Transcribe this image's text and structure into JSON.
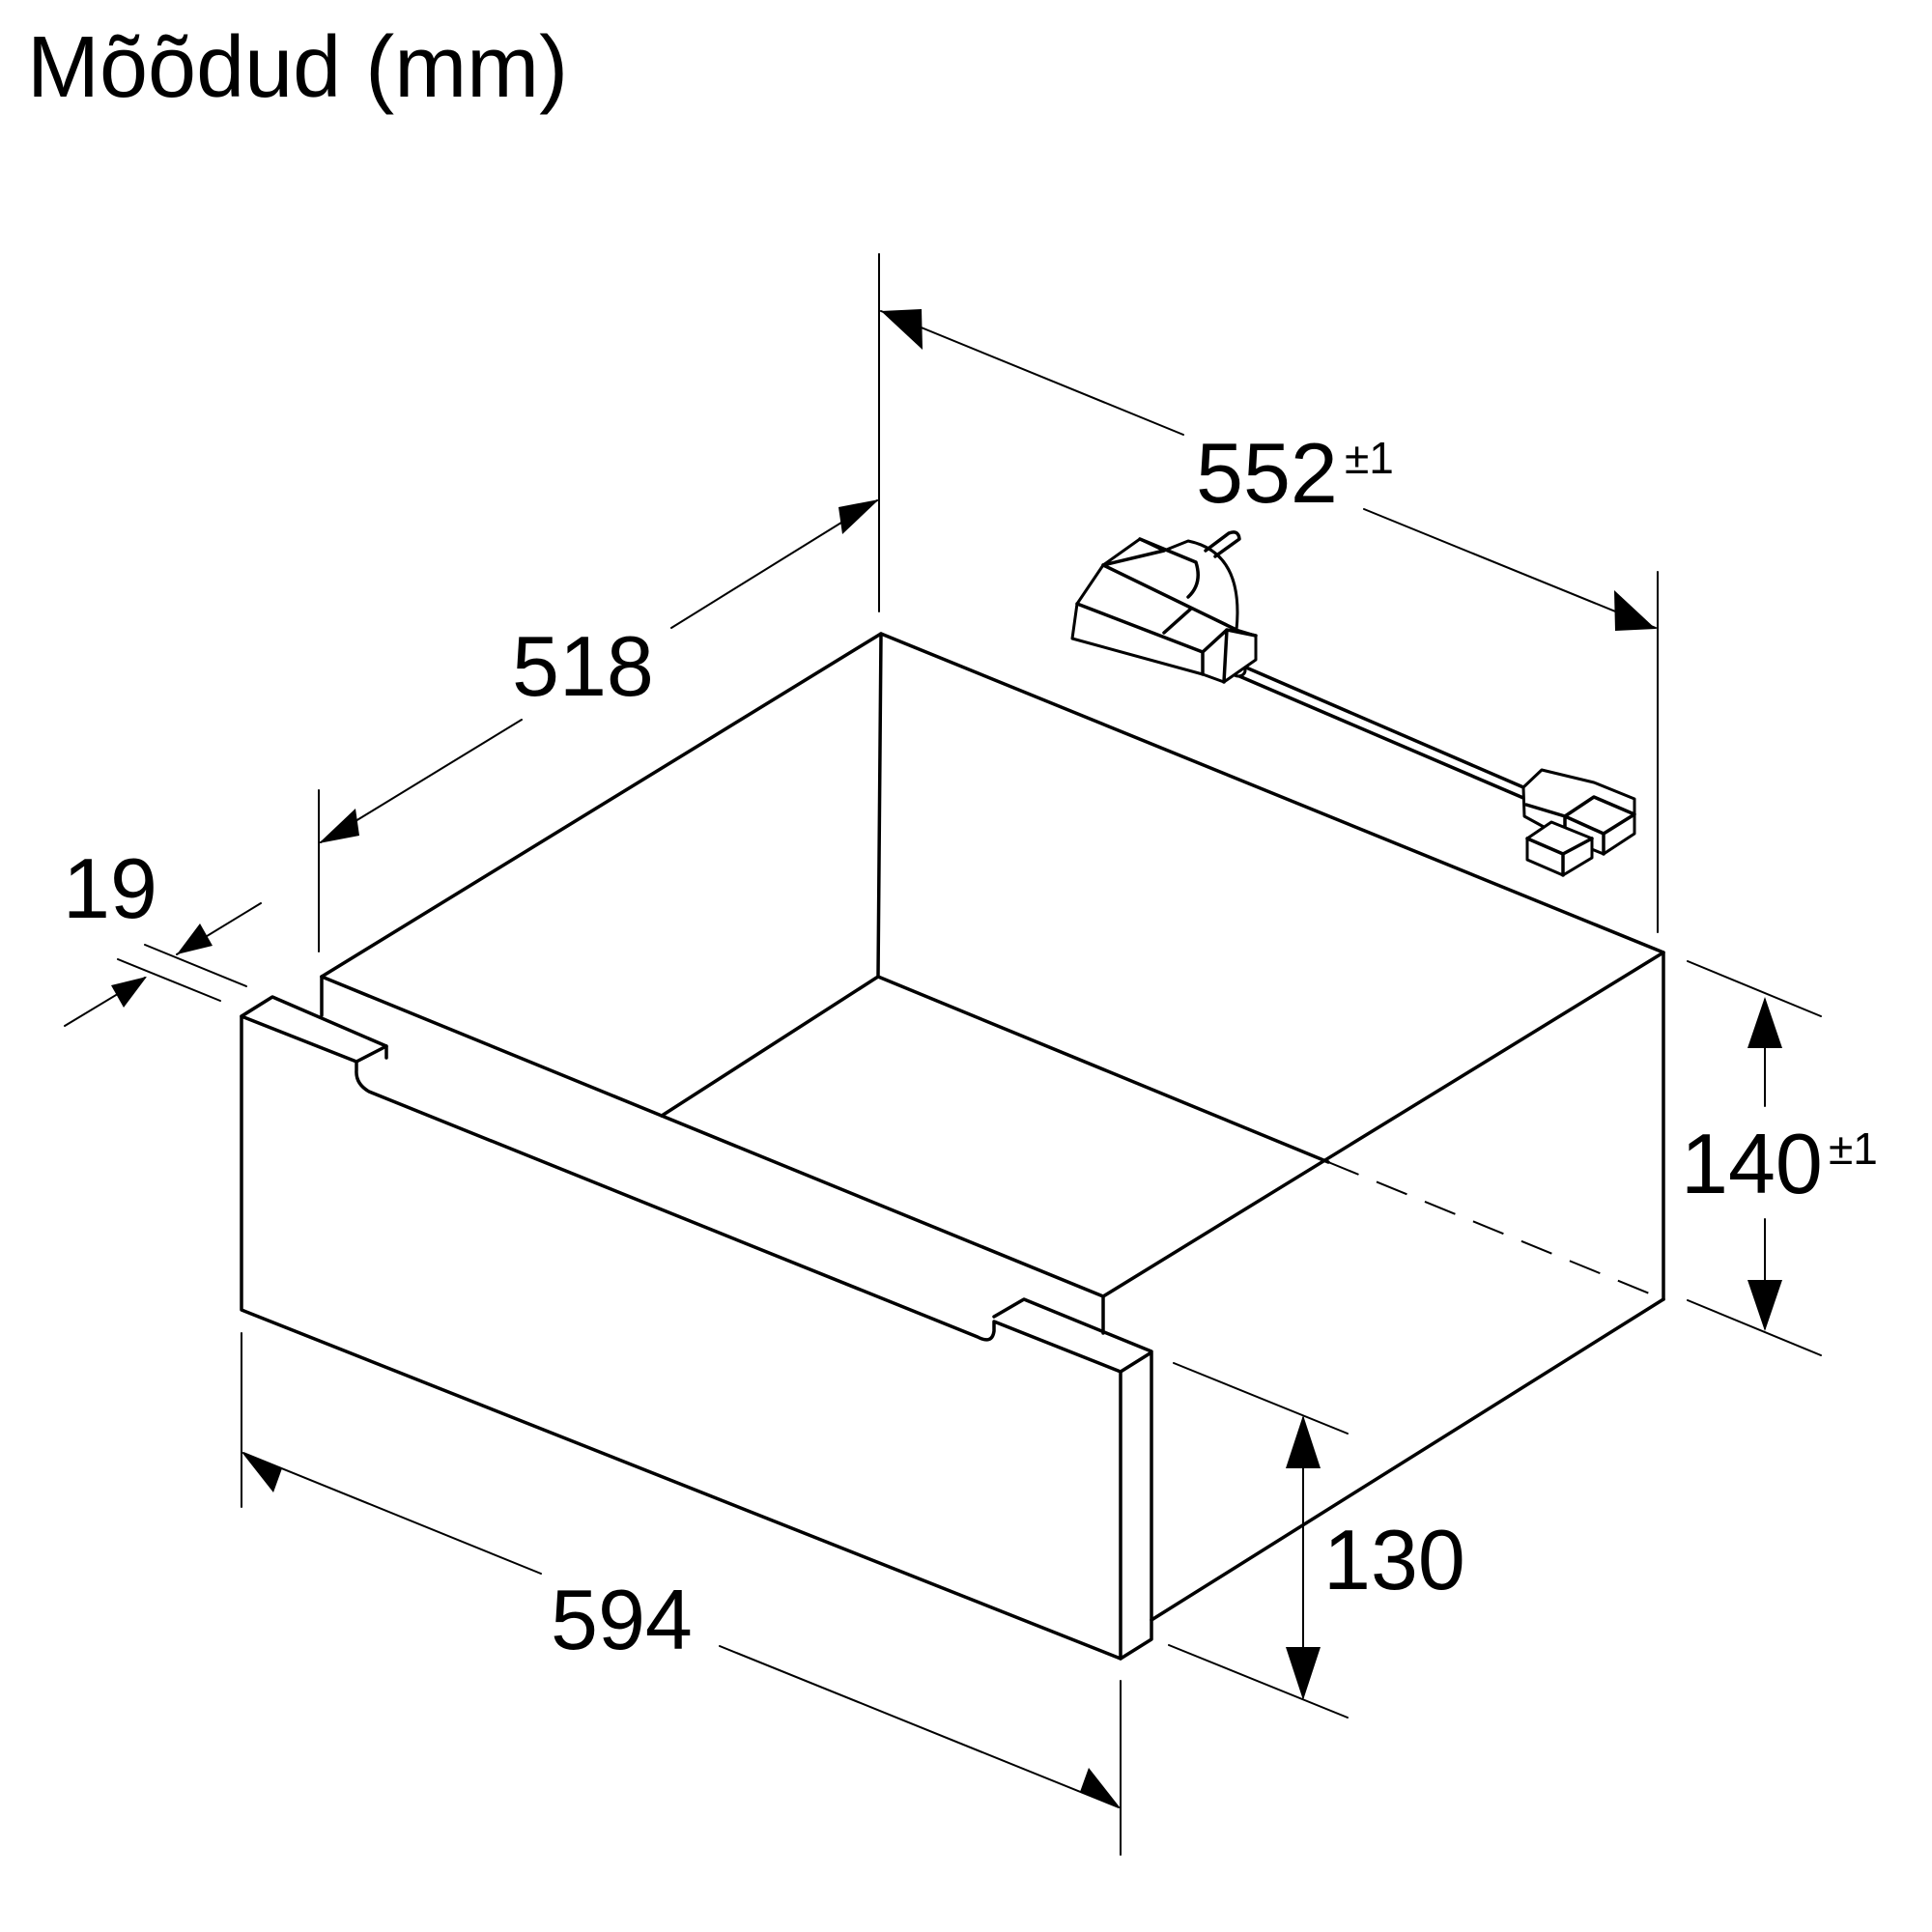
{
  "title": "Mõõdud (mm)",
  "dimensions": {
    "overall_width": "594",
    "depth": "518",
    "back_width": "552",
    "back_width_tolerance": "±1",
    "total_height": "140",
    "total_height_tolerance": "±1",
    "front_height": "130",
    "front_thickness": "19"
  }
}
